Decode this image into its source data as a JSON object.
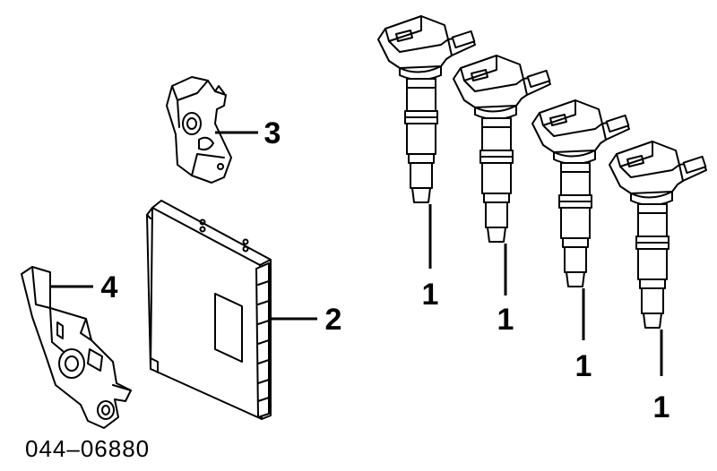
{
  "diagram": {
    "part_number": "044–06880",
    "callouts": {
      "ignition_coil": "1",
      "ecu": "2",
      "upper_bracket": "3",
      "lower_bracket": "4"
    }
  },
  "colors": {
    "ink": "#000000",
    "paper": "#ffffff"
  },
  "icons": [
    "ignition-coil-icon",
    "ecu-module-icon",
    "bracket-icon"
  ]
}
